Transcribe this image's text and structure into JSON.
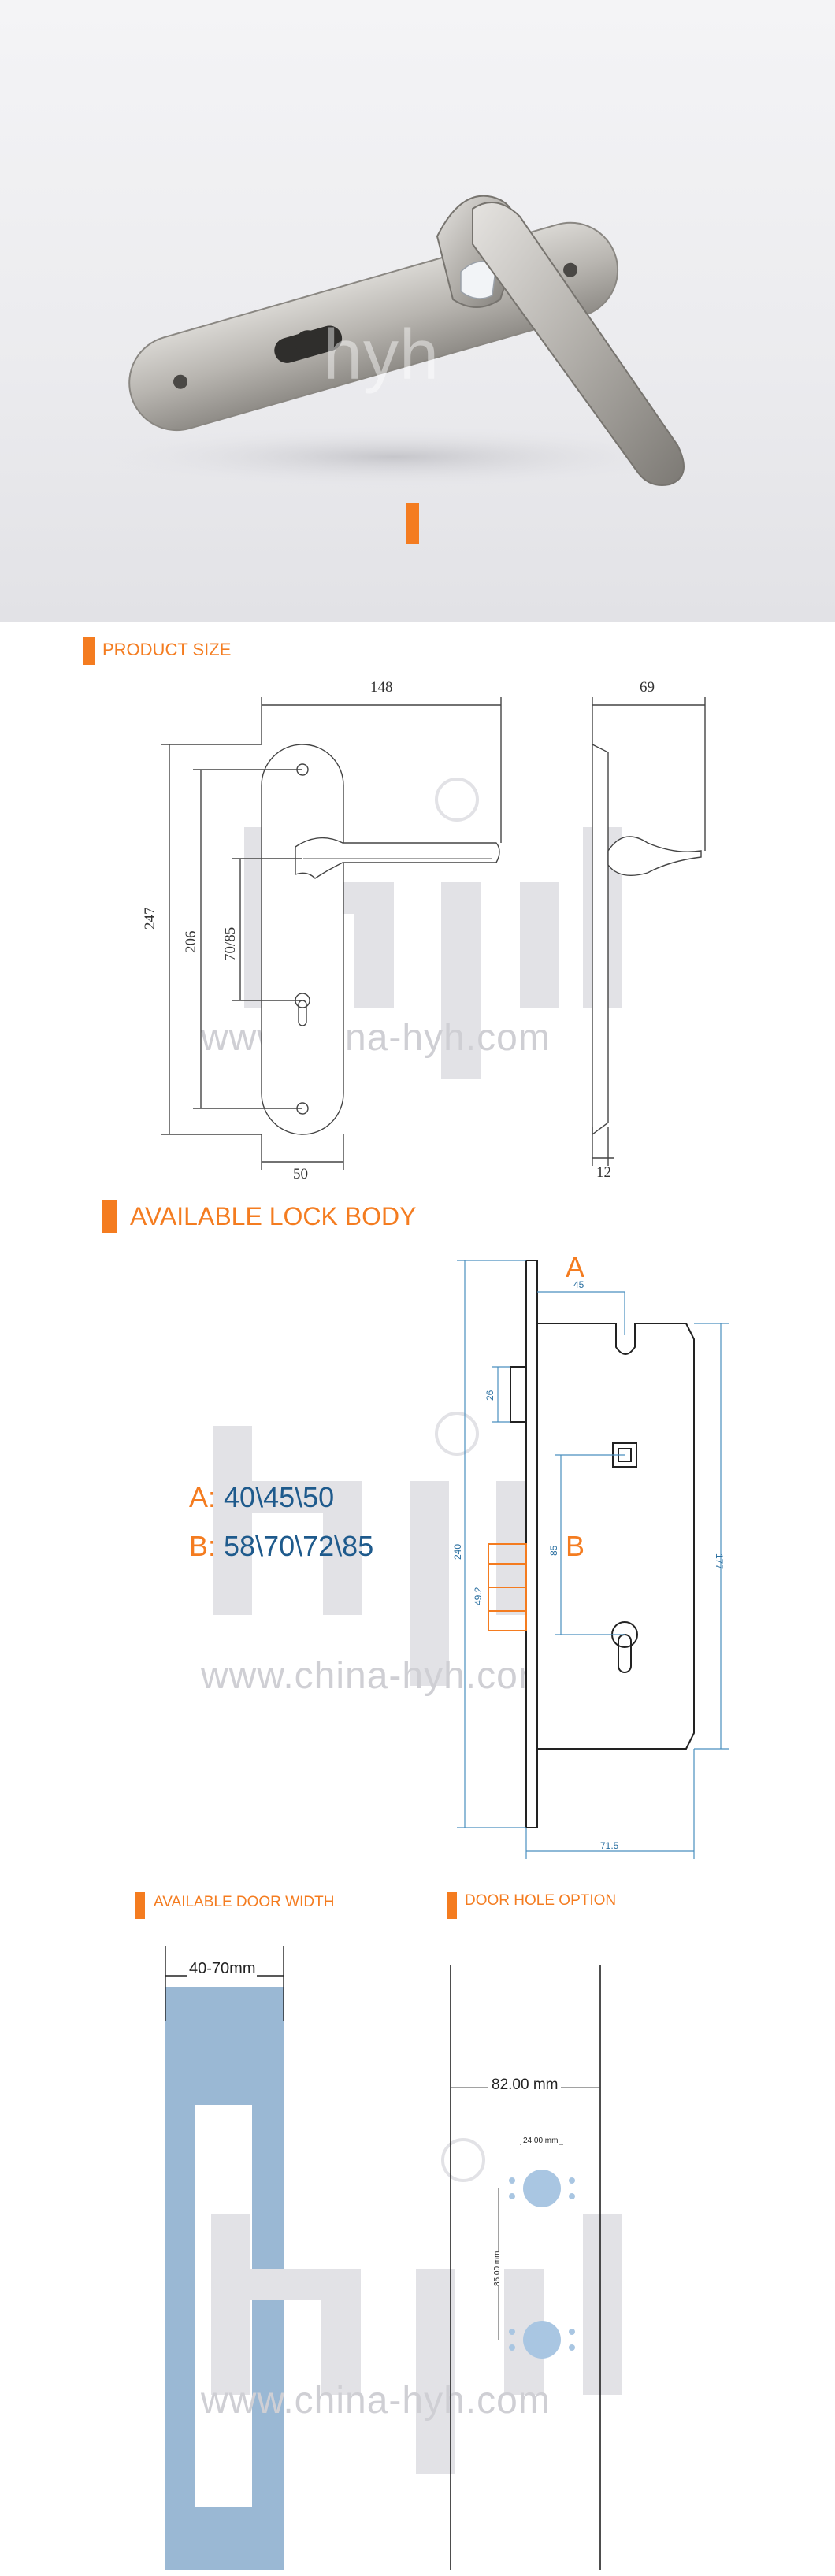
{
  "watermark": {
    "url": "www.china-hyh.com"
  },
  "product_size": {
    "title": "PRODUCT SIZE",
    "dims": {
      "width": "148",
      "depth": "69",
      "height": "247",
      "screw_spacing": "206",
      "center": "70/85",
      "plate_width": "50",
      "thickness": "12"
    }
  },
  "lock_body": {
    "title": "AVAILABLE LOCK BODY",
    "option_a_key": "A:",
    "option_a_values": "40\\45\\50",
    "option_b_key": "B:",
    "option_b_values": "58\\70\\72\\85",
    "label_a": "A",
    "label_b": "B",
    "dims": {
      "a": "45",
      "bolt": "26",
      "height": "240",
      "b": "85",
      "latch": "49.2",
      "plate": "177",
      "width": "71.5"
    }
  },
  "door_width": {
    "title": "AVAILABLE DOOR WIDTH",
    "range": "40-70mm"
  },
  "door_hole": {
    "title": "DOOR HOLE OPTION",
    "width": "82.00 mm",
    "hole_dia": "24.00 mm",
    "hole_spacing": "85.00 mm"
  },
  "colors": {
    "accent": "#f47c20",
    "blue": "#1e5a8c",
    "light_blue": "#9ab8d4"
  }
}
